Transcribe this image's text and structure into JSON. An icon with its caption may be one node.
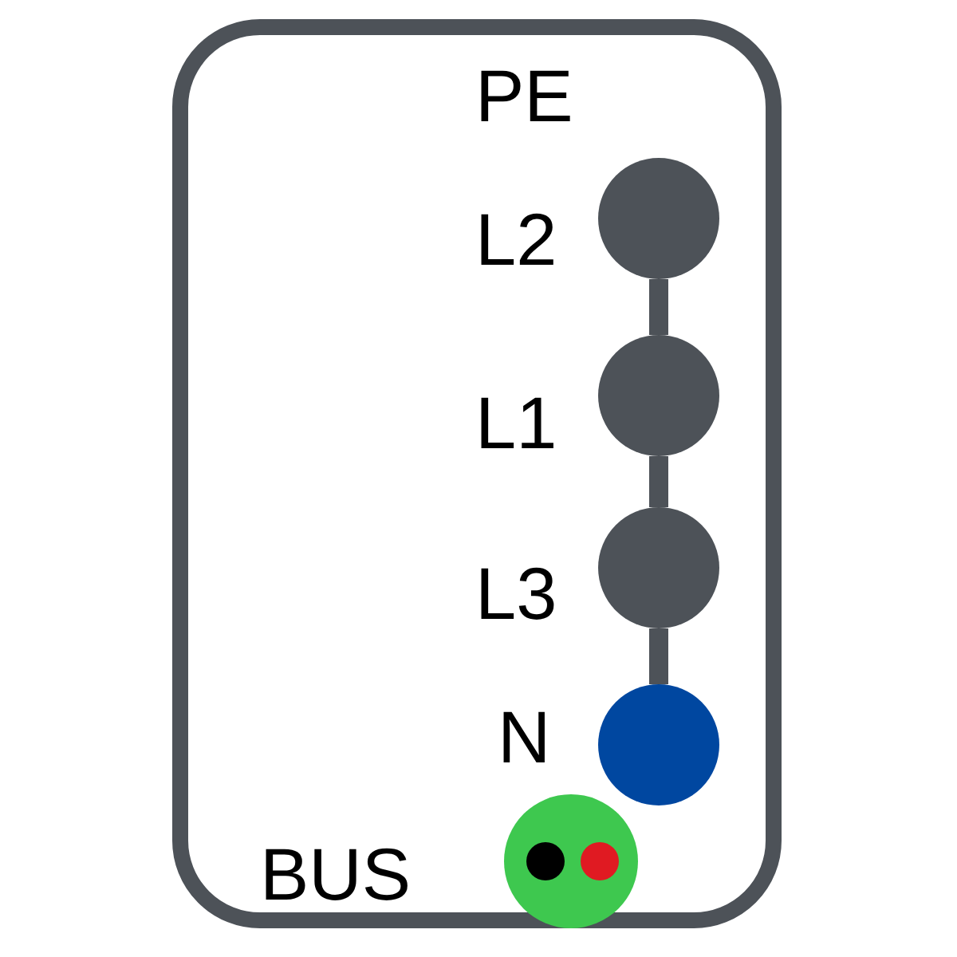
{
  "diagram": {
    "nodes": [
      {
        "text": [],
        "shape": "box"
      },
      {
        "text": [],
        "shape": "circle",
        "beside": [
          "L2"
        ],
        "in": 0
      },
      {
        "text": [],
        "shape": "circle",
        "beside": [
          "L1"
        ],
        "in": 0
      },
      {
        "text": [],
        "shape": "circle",
        "beside": [
          "L3"
        ],
        "in": 0
      },
      {
        "text": [],
        "shape": "circle",
        "beside": [
          "N"
        ],
        "in": 0
      },
      {
        "text": [],
        "shape": "circle",
        "beside": [
          "BUS"
        ],
        "in": 0
      }
    ],
    "edges": [
      {
        "from": 1,
        "to": 2,
        "arrow": "none"
      },
      {
        "from": 2,
        "to": 3,
        "arrow": "none"
      },
      {
        "from": 3,
        "to": 4,
        "arrow": "none"
      }
    ],
    "labels": [
      "PE"
    ]
  }
}
